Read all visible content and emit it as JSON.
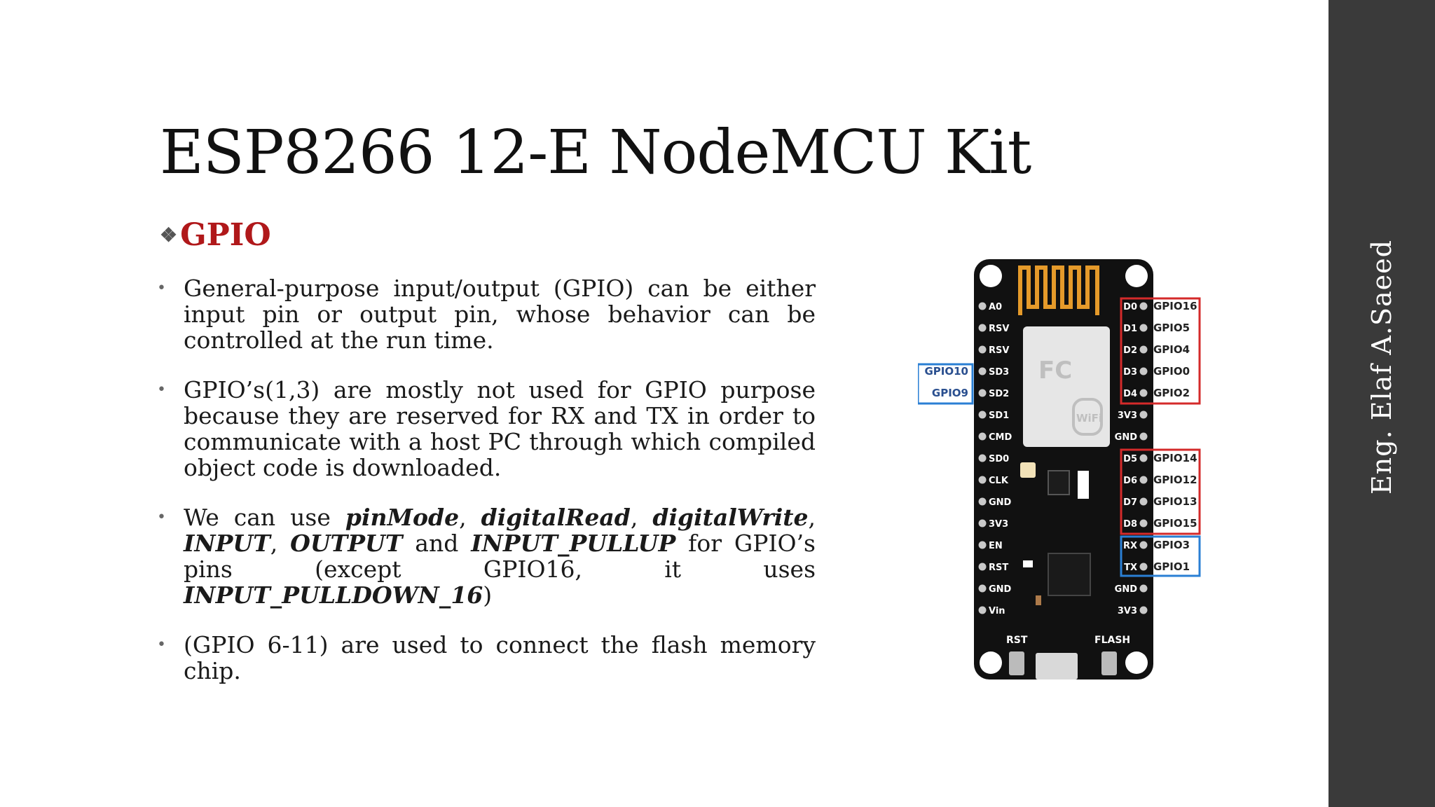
{
  "slide": {
    "title": "ESP8266 12-E NodeMCU Kit",
    "subheading": "GPIO",
    "author": "Eng. Elaf A.Saeed",
    "bullets": [
      {
        "text": "General-purpose input/output (GPIO) can be either input pin or output pin, whose behavior can be controlled at the run time."
      },
      {
        "text": "GPIO’s(1,3) are mostly not used for GPIO purpose because they are reserved for RX and TX in order to communicate with a host PC through which compiled object code is downloaded."
      },
      {
        "p1": "We can use ",
        "k1": "pinMode",
        "s1": ", ",
        "k2": "digitalRead",
        "s2": ", ",
        "k3": "digitalWrite",
        "s3": ", ",
        "k4": "INPUT",
        "s4": ", ",
        "k5": "OUTPUT",
        "s5": " and ",
        "k6": "INPUT_PULLUP",
        "s6": " for GPIO’s pins (except GPIO16, it uses ",
        "k7": "INPUT_PULLDOWN_16",
        "s7": ")"
      },
      {
        "text": "(GPIO 6-11) are used to connect the flash memory chip."
      }
    ]
  },
  "board": {
    "left_pins": [
      "A0",
      "RSV",
      "RSV",
      "SD3",
      "SD2",
      "SD1",
      "CMD",
      "SD0",
      "CLK",
      "GND",
      "3V3",
      "EN",
      "RST",
      "GND",
      "Vin"
    ],
    "right_pins": [
      "D0",
      "D1",
      "D2",
      "D3",
      "D4",
      "3V3",
      "GND",
      "D5",
      "D6",
      "D7",
      "D8",
      "RX",
      "TX",
      "GND",
      "3V3"
    ],
    "gpio_left": [
      "GPIO10",
      "GPIO9"
    ],
    "gpio_right_top": [
      "GPIO16",
      "GPIO5",
      "GPIO4",
      "GPIO0",
      "GPIO2"
    ],
    "gpio_right_mid": [
      "GPIO14",
      "GPIO12",
      "GPIO13",
      "GPIO15"
    ],
    "gpio_right_bottom": [
      "GPIO3",
      "GPIO1"
    ],
    "button_rst": "RST",
    "button_flash": "FLASH",
    "chip_text": "FC",
    "wifi_text": "WiFi",
    "colors": {
      "board": "#111111",
      "red_box": "#d42a2a",
      "blue_box": "#2a7fd4",
      "antenna": "#e59a2a"
    }
  }
}
